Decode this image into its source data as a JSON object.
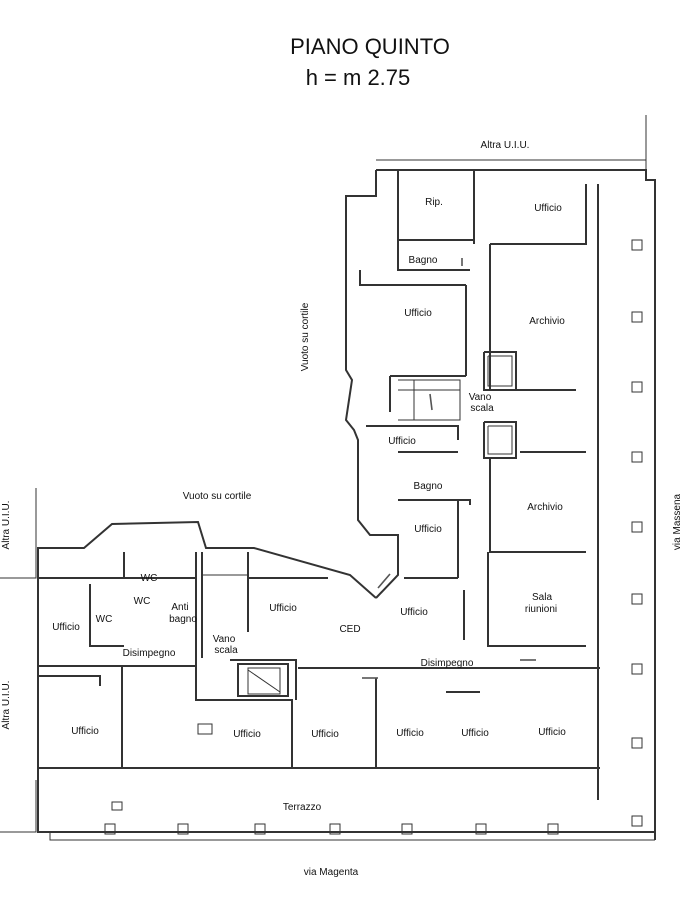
{
  "title": "PIANO QUINTO",
  "height_note": "h = m 2.75",
  "labels": {
    "altra_uiu_top": "Altra U.I.U.",
    "altra_uiu_left_top": "Altra U.I.U.",
    "altra_uiu_left_bottom": "Altra U.I.U.",
    "vuoto_cortile_vertical": "Vuoto su cortile",
    "vuoto_cortile_horizontal": "Vuoto su cortile",
    "via_massena": "via Massena",
    "via_magenta": "via Magenta"
  },
  "rooms": {
    "rip": "Rip.",
    "ufficio_top_right": "Ufficio",
    "bagno_top": "Bagno",
    "ufficio_upper_wing": "Ufficio",
    "archivio_upper": "Archivio",
    "vano_scala_right_1": "Vano",
    "vano_scala_right_2": "scala",
    "ufficio_mid_wing": "Ufficio",
    "bagno_mid": "Bagno",
    "archivio_lower": "Archivio",
    "ufficio_lower_wing": "Ufficio",
    "sala_riunioni_1": "Sala",
    "sala_riunioni_2": "riunioni",
    "ufficio_corner": "Ufficio",
    "ced": "CED",
    "disimpegno_right": "Disimpegno",
    "wc_1": "WC",
    "wc_2": "WC",
    "wc_3": "WC",
    "anti_bagno_1": "Anti",
    "anti_bagno_2": "bagno",
    "ufficio_left_top": "Ufficio",
    "disimpegno_left": "Disimpegno",
    "vano_scala_left_1": "Vano",
    "vano_scala_left_2": "scala",
    "ufficio_west_mid": "Ufficio",
    "ufficio_bottom_1": "Ufficio",
    "ufficio_bottom_2": "Ufficio",
    "ufficio_bottom_3": "Ufficio",
    "ufficio_bottom_4": "Ufficio",
    "ufficio_bottom_5": "Ufficio",
    "ufficio_bottom_6": "Ufficio",
    "terrazzo": "Terrazzo"
  }
}
